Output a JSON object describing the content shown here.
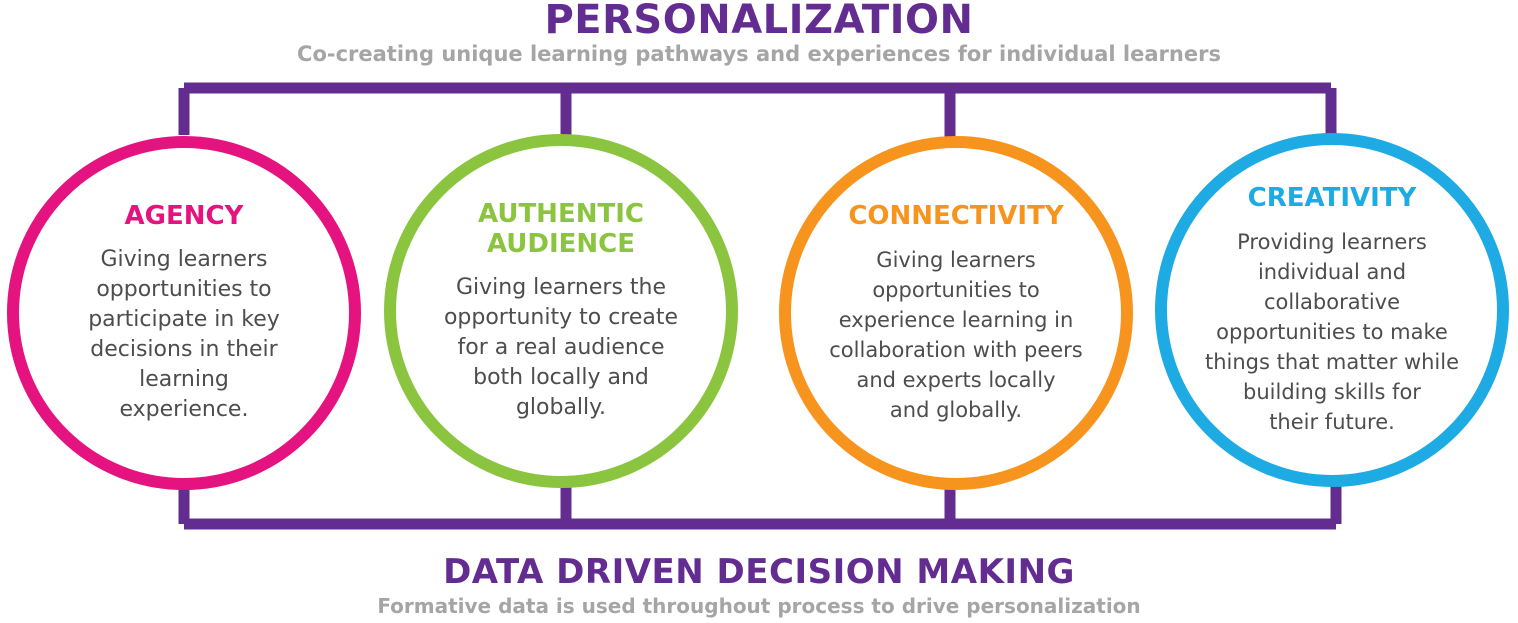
{
  "top": {
    "title": "PERSONALIZATION",
    "subtitle": "Co-creating unique learning pathways and experiences for individual learners"
  },
  "bottom": {
    "title": "DATA DRIVEN DECISION MAKING",
    "subtitle": "Formative data is used throughout process to drive personalization"
  },
  "colors": {
    "frame": "#632c91",
    "agency": "#e4137f",
    "authentic_audience": "#8bc53f",
    "connectivity": "#f7941e",
    "creativity": "#1eaae2",
    "subtitle_gray": "#a5a5a5",
    "body_text": "#4d4d4d"
  },
  "circles": [
    {
      "title": "AGENCY",
      "description": "Giving learners\nopportunities to\nparticipate in key\ndecisions in their\nlearning\nexperience."
    },
    {
      "title": "AUTHENTIC\nAUDIENCE",
      "description": "Giving learners the\nopportunity to create\nfor a real audience\nboth locally and\nglobally."
    },
    {
      "title": "CONNECTIVITY",
      "description": "Giving learners\nopportunities to\nexperience learning in\ncollaboration with peers\nand experts locally\nand globally."
    },
    {
      "title": "CREATIVITY",
      "description": "Providing learners\nindividual and\ncollaborative\nopportunities to make\nthings that matter while\nbuilding skills for\ntheir future."
    }
  ]
}
